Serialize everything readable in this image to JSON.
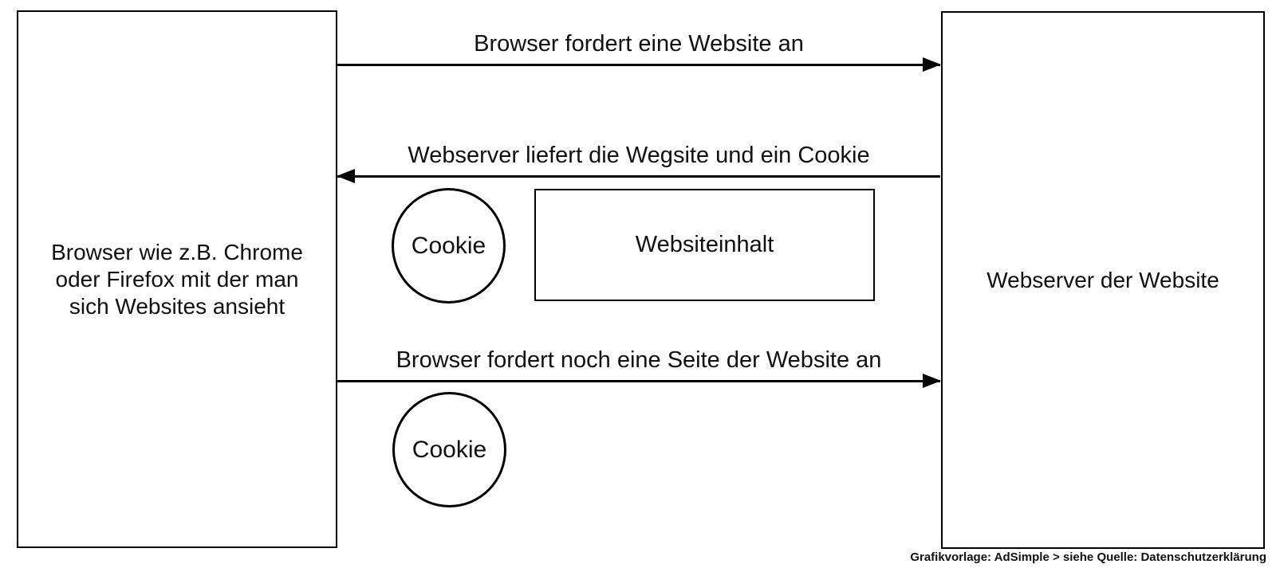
{
  "diagram": {
    "title_semantic": "cookie-exchange-between-browser-and-webserver",
    "stroke_color": "#000000",
    "background_color": "#ffffff",
    "nodes": {
      "browser_box": {
        "label_lines": [
          "Browser wie z.B. Chrome",
          "oder Firefox mit der man",
          "sich Websites ansieht"
        ]
      },
      "webserver_box": {
        "label": "Webserver der Website"
      },
      "cookie_circle_1": {
        "label": "Cookie"
      },
      "websiteinhalt_box": {
        "label": "Websiteinhalt"
      },
      "cookie_circle_2": {
        "label": "Cookie"
      }
    },
    "arrows": [
      {
        "label": "Browser fordert eine Website an",
        "direction": "right",
        "from": "browser",
        "to": "webserver"
      },
      {
        "label": "Webserver liefert die Wegsite und ein Cookie",
        "direction": "left",
        "from": "webserver",
        "to": "browser"
      },
      {
        "label": "Browser fordert noch eine Seite der Website an",
        "direction": "right",
        "from": "browser",
        "to": "webserver"
      }
    ],
    "footer": {
      "credit": "Grafikvorlage: AdSimple > siehe Quelle: Datenschutzerklärung"
    }
  }
}
